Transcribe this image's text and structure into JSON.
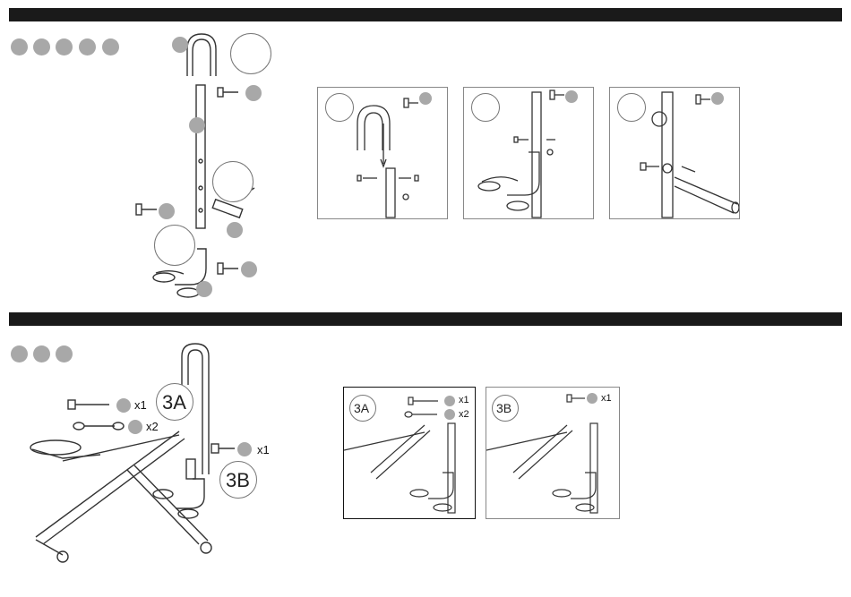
{
  "step3": {
    "label_3a": "3A",
    "label_3b": "3B",
    "qty_bolt_12": "x1",
    "qty_washer_13": "x2",
    "qty_bolt_11": "x1",
    "panel_3a": {
      "label": "3A",
      "qty_bolt_12": "x1",
      "qty_washer_13": "x2"
    },
    "panel_3b": {
      "label": "3B",
      "qty_bolt_11": "x1"
    }
  },
  "colors": {
    "header_bar": "#1a1a1a",
    "part_marker": "#a8a8a8",
    "line_art": "#333333"
  }
}
